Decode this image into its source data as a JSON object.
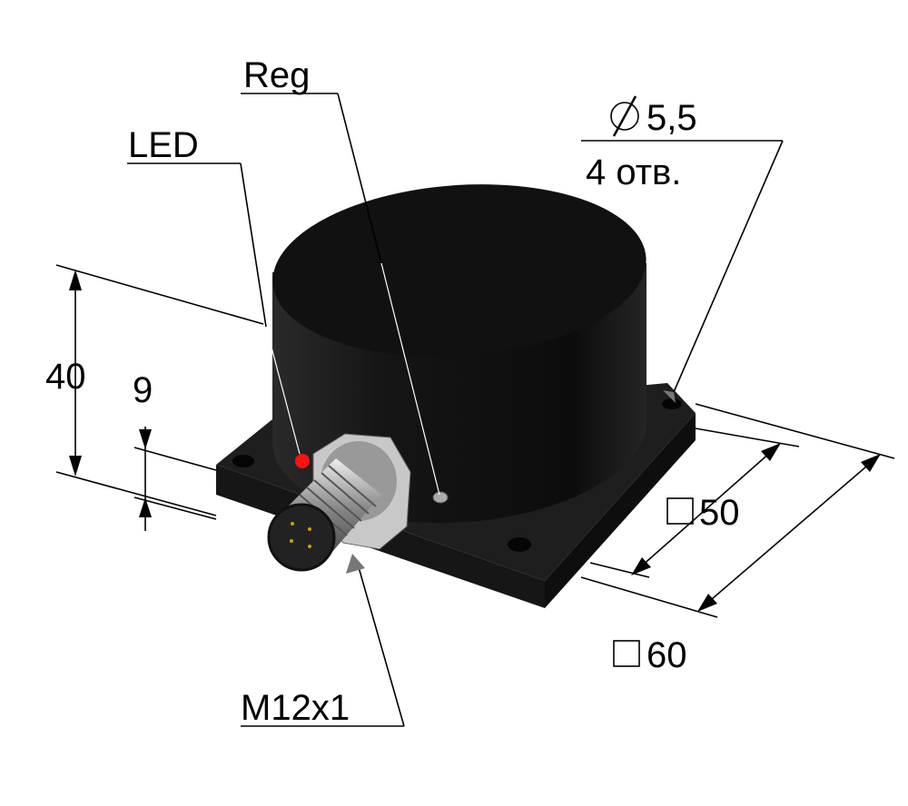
{
  "labels": {
    "reg": "Reg",
    "led": "LED",
    "hole_diameter": "5,5",
    "hole_count": "4 отв.",
    "height_total": "40",
    "height_base": "9",
    "square_inner": "50",
    "square_outer": "60",
    "connector": "M12x1"
  },
  "colors": {
    "body": "#1a1a1a",
    "led": "#ff1010",
    "metal": "#b0b0b0"
  }
}
